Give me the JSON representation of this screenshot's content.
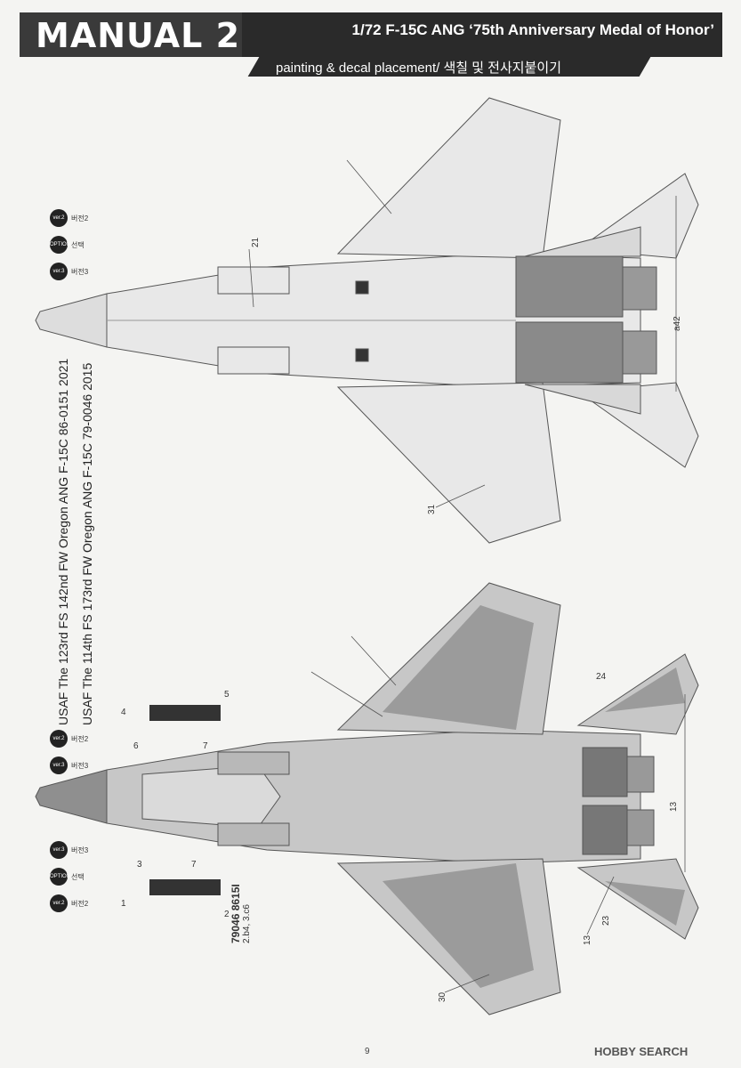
{
  "header": {
    "title": "MANUAL 2",
    "model": "1/72 F-15C ANG ‘75th Anniversary Medal of Honor’",
    "subtitle": "painting & decal placement/ 색칠 및 전사지붙이기"
  },
  "versions": {
    "ver2": "USAF The 123rd FS 142nd FW Oregon ANG F-15C 86-0151 2021",
    "ver3": "USAF The 114th FS 173rd FW Oregon ANG F-15C 79-0046 2015",
    "badge_ver2": "ver.2",
    "badge_ver3": "ver.3",
    "badge_option": "OPTION",
    "label_ver2": "버전2",
    "label_ver3": "버전3",
    "label_option": "선택"
  },
  "decals_top": {
    "n21": "21",
    "n31": "31",
    "a42": "a42"
  },
  "decals_bottom": {
    "n1": "1",
    "n2": "2",
    "n3": "3",
    "n4": "4",
    "n5": "5",
    "n6": "6",
    "n7a": "7",
    "n7b": "7",
    "n13a": "13",
    "n13b": "13",
    "n23": "23",
    "n24": "24",
    "n30": "30",
    "serial1": "79046 8615I",
    "serial2": "2.b4, 3.c6"
  },
  "footer": {
    "page": "9",
    "watermark": "HOBBY SEARCH"
  }
}
